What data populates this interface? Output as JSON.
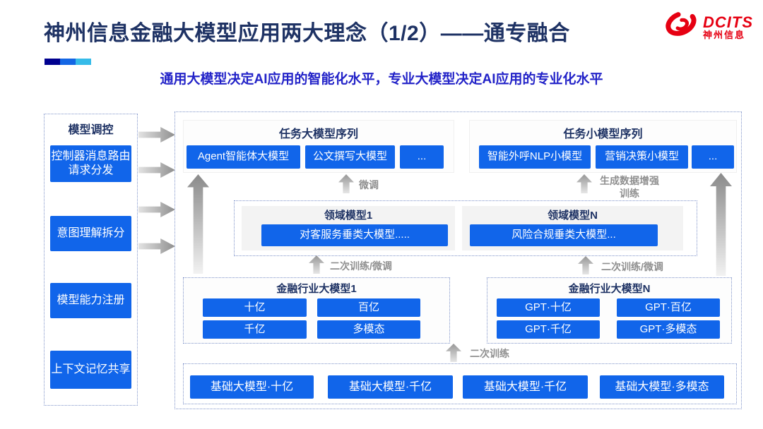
{
  "header": {
    "title": "神州信息金融大模型应用两大理念（1/2）——通专融合",
    "subtitle": "通用大模型决定AI应用的智能化水平，专业大模型决定AI应用的专业化水平",
    "logo": {
      "name": "DCITS",
      "name_cn": "神州信息"
    }
  },
  "sidebar": {
    "title": "模型调控",
    "items": [
      {
        "label": "控制器消息路由请求分发"
      },
      {
        "label": "意图理解拆分"
      },
      {
        "label": "模型能力注册"
      },
      {
        "label": "上下文记忆共享"
      }
    ]
  },
  "diagram": {
    "task_large_panel": {
      "title": "任务大模型序列",
      "models": [
        "Agent智能体大模型",
        "公文撰写大模型",
        "..."
      ]
    },
    "task_small_panel": {
      "title": "任务小模型序列",
      "models": [
        "智能外呼NLP小模型",
        "营销决策小模型",
        "..."
      ]
    },
    "flow_labels": {
      "finetune": "微调",
      "augment": "生成数据增强训练",
      "retrain_finetune": "二次训练/微调",
      "retrain": "二次训练"
    },
    "domain_panels": [
      {
        "title": "领域模型1",
        "model": "对客服务垂类大模型....."
      },
      {
        "title": "领域模型N",
        "model": "风险合规垂类大模型..."
      }
    ],
    "industry_panels": [
      {
        "title": "金融行业大模型1",
        "models": [
          "十亿",
          "百亿",
          "千亿",
          "多模态"
        ]
      },
      {
        "title": "金融行业大模型N",
        "models": [
          "GPT·十亿",
          "GPT·百亿",
          "GPT·千亿",
          "GPT·多模态"
        ]
      }
    ],
    "base_models": [
      "基础大模型·十亿",
      "基础大模型·千亿",
      "基础大模型·千亿",
      "基础大模型·多模态"
    ]
  },
  "colors": {
    "accent_segments": [
      "#00008F",
      "#1466E4",
      "#36BBE9"
    ],
    "button_blue": "#1165EA",
    "title_navy": "#1E3264",
    "subtitle_blue": "#2323C8",
    "logo_red": "#E60012",
    "label_gray": "#8F8F8F"
  },
  "icons": {
    "flow_right_arrow": "gray gradient right-pointing arrow",
    "flow_up_arrow": "gray gradient up-pointing arrow",
    "logo_swirl": "red elliptical swirl mark"
  }
}
